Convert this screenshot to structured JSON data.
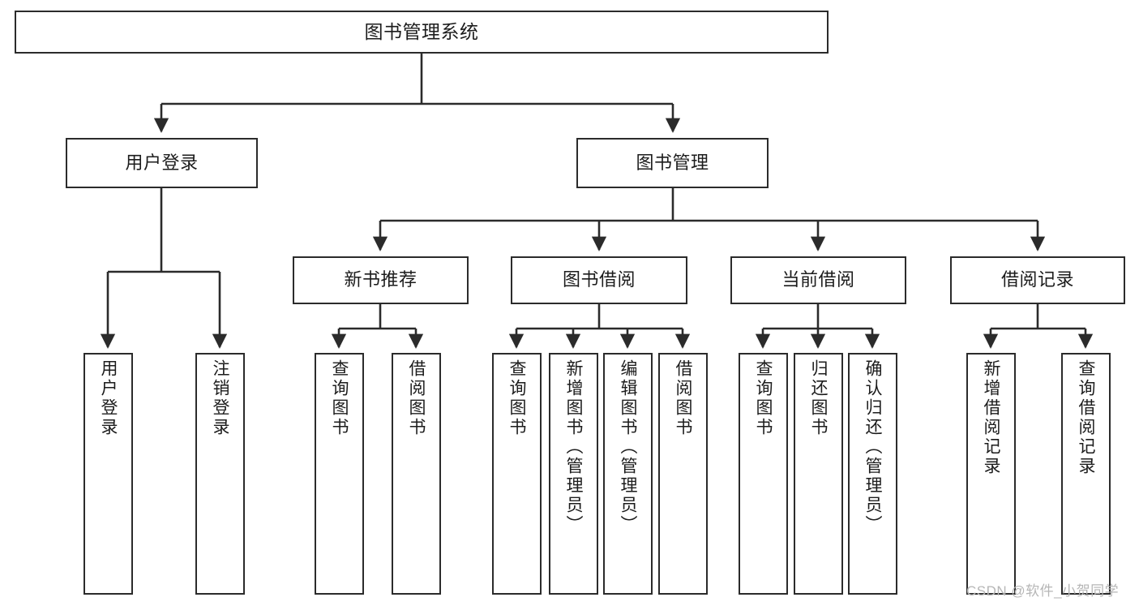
{
  "diagram": {
    "title": "图书管理系统",
    "type": "tree-hierarchy-chart",
    "colors": {
      "stroke": "#2b2b2b",
      "fill": "#ffffff",
      "text": "#1c1c1c",
      "watermark": "#b6b6b6"
    },
    "nodes": {
      "root": {
        "label": "图书管理系统"
      },
      "level2": [
        {
          "label": "用户登录"
        },
        {
          "label": "图书管理"
        }
      ],
      "level3": [
        {
          "label": "新书推荐"
        },
        {
          "label": "图书借阅"
        },
        {
          "label": "当前借阅"
        },
        {
          "label": "借阅记录"
        }
      ],
      "leaves": {
        "user_login": [
          {
            "label": "用户登录"
          },
          {
            "label": "注销登录"
          }
        ],
        "new_book_recommend": [
          {
            "label": "查询图书"
          },
          {
            "label": "借阅图书"
          }
        ],
        "book_borrow": [
          {
            "label": "查询图书"
          },
          {
            "label": "新增图书（管理员）"
          },
          {
            "label": "编辑图书（管理员）"
          },
          {
            "label": "借阅图书"
          }
        ],
        "current_borrow": [
          {
            "label": "查询图书"
          },
          {
            "label": "归还图书"
          },
          {
            "label": "确认归还（管理员）"
          }
        ],
        "borrow_record": [
          {
            "label": "新增借阅记录"
          },
          {
            "label": "查询借阅记录"
          }
        ]
      }
    },
    "watermark": "CSDN @软件_小贺同学"
  }
}
